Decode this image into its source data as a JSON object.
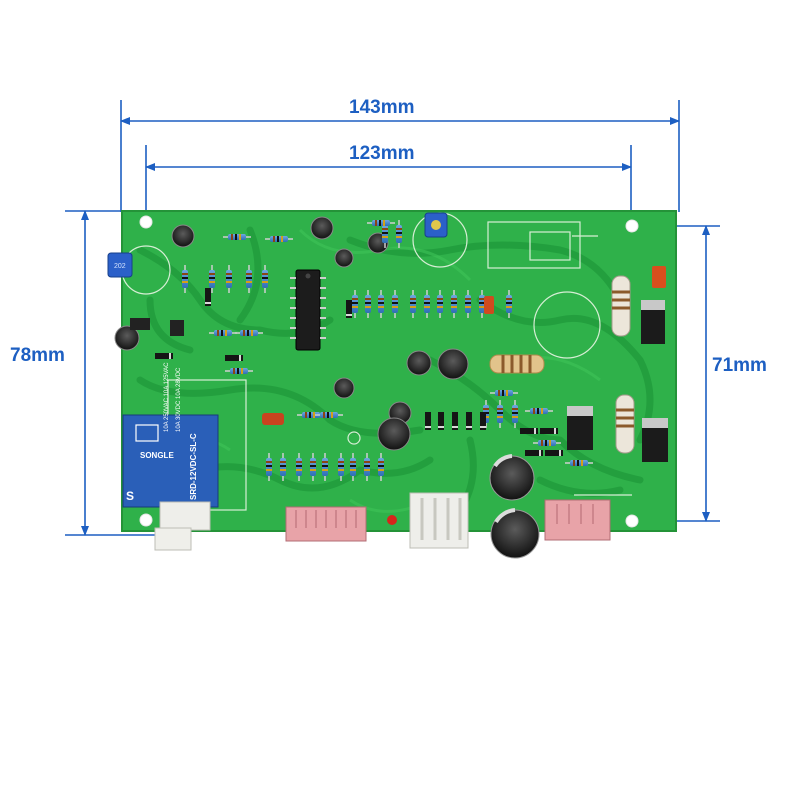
{
  "dimensions": {
    "overall_width": "143mm",
    "hole_spacing_width": "123mm",
    "overall_height": "78mm",
    "hole_spacing_height": "71mm"
  },
  "relay": {
    "brand": "SONGLE",
    "model": "SRD-12VDC-SL-C",
    "rating_1": "10A 250VAC  10A 125VAC",
    "rating_2": "10A 30VDC  10A 28VDC"
  },
  "colors": {
    "dimension_line": "#1d5fc2",
    "board_green": "#2fb14a",
    "trace_green": "#1f9a3b",
    "relay_blue": "#2a5fb8",
    "connector_pink": "#e8a3a8",
    "connector_white": "#eeeeea"
  }
}
